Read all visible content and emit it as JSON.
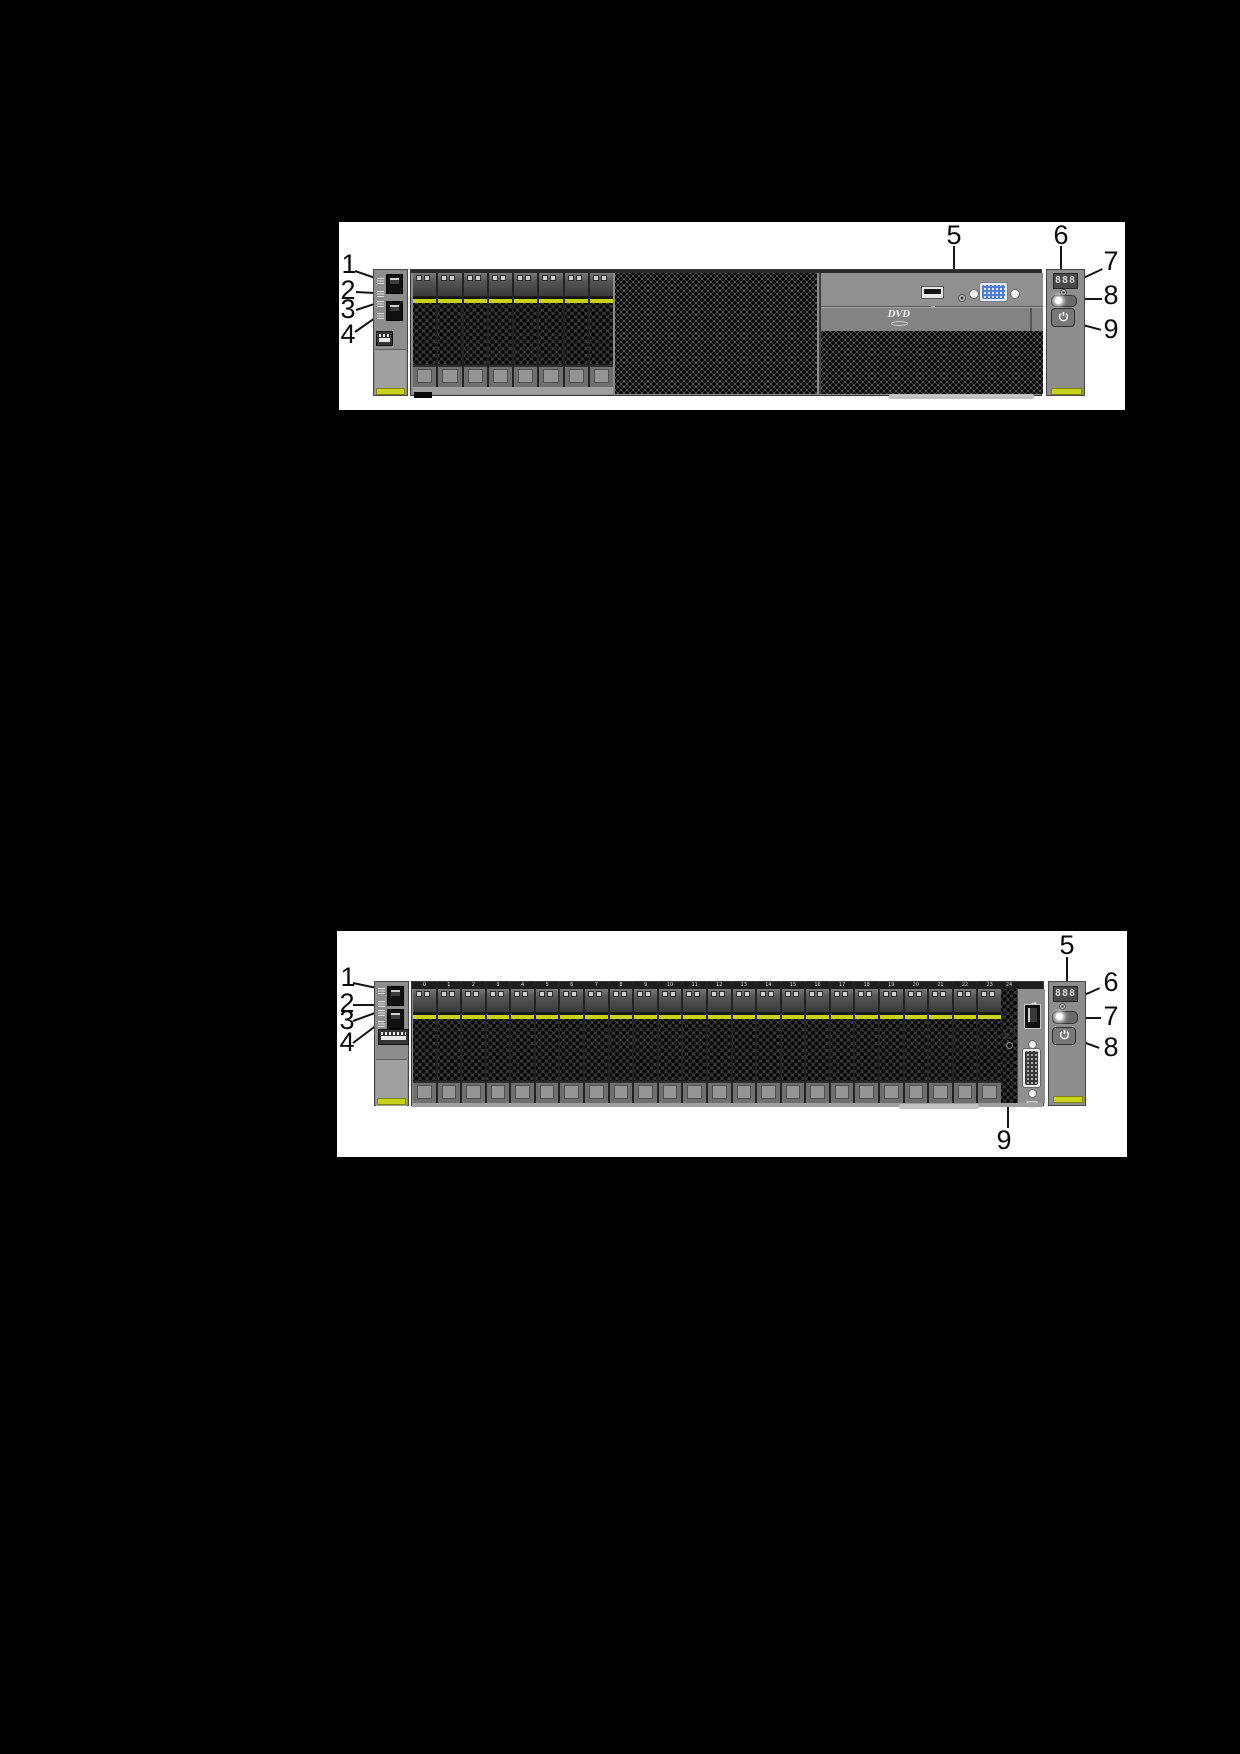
{
  "page": {
    "background_color": "#000000"
  },
  "colors": {
    "figure_background": "#ffffff",
    "chassis_gray": "#8c8c8c",
    "accent_yellow_green": "#c9d21b",
    "vga_blue": "#4d7fd2",
    "callout_ink": "#0d0d0d"
  },
  "figures": {
    "fig1": {
      "callouts": [
        "1",
        "2",
        "3",
        "4",
        "5",
        "6",
        "7",
        "8",
        "9"
      ],
      "drive_bay_count": 8,
      "dvd_label": "DVD",
      "diagnosis_display": "888"
    },
    "fig2": {
      "callouts": [
        "1",
        "2",
        "3",
        "4",
        "5",
        "6",
        "7",
        "8",
        "9"
      ],
      "drive_bay_count": 24,
      "bay_numbers": [
        "0",
        "1",
        "2",
        "3",
        "4",
        "5",
        "6",
        "7",
        "8",
        "9",
        "10",
        "11",
        "12",
        "13",
        "14",
        "15",
        "16",
        "17",
        "18",
        "19",
        "20",
        "21",
        "22",
        "23",
        "24"
      ],
      "diagnosis_display": "888"
    }
  }
}
